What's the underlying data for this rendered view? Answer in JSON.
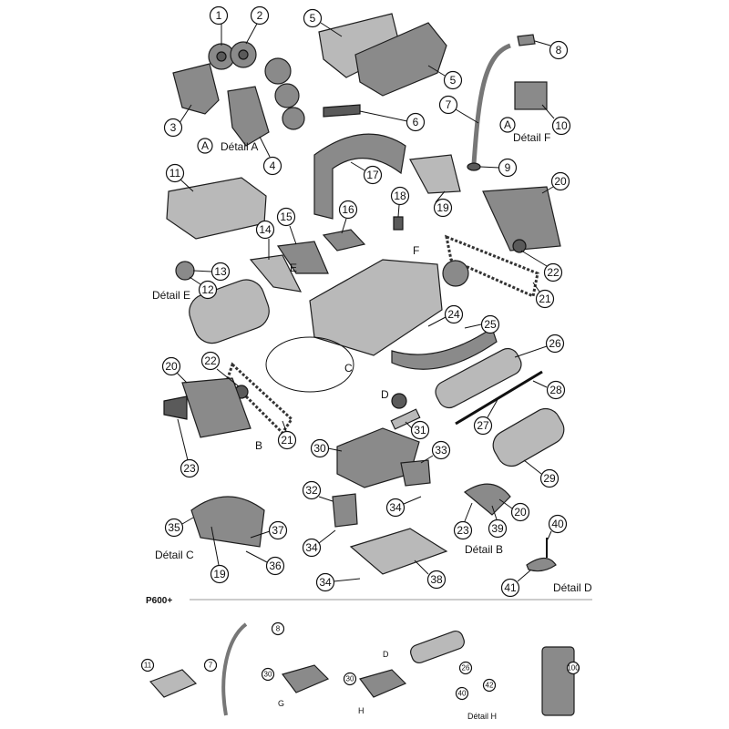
{
  "diagram": {
    "detail_labels": {
      "A": "Détail A",
      "B": "Détail B",
      "C": "Détail C",
      "D": "Détail D",
      "E": "Détail E",
      "F": "Détail F",
      "H": "Détail H"
    },
    "model_label": "P600+",
    "callouts_main": [
      "1",
      "2",
      "3",
      "4",
      "5",
      "5",
      "6",
      "7",
      "8",
      "9",
      "10",
      "11",
      "12",
      "13",
      "14",
      "15",
      "16",
      "17",
      "18",
      "19",
      "19",
      "20",
      "20",
      "20",
      "21",
      "21",
      "22",
      "22",
      "23",
      "23",
      "24",
      "25",
      "26",
      "27",
      "28",
      "29",
      "30",
      "31",
      "32",
      "33",
      "34",
      "34",
      "34",
      "35",
      "36",
      "37",
      "38",
      "39",
      "40",
      "41"
    ],
    "letters": [
      "A",
      "A",
      "B",
      "C",
      "D",
      "D",
      "E",
      "F",
      "G",
      "H"
    ],
    "callouts_p600": [
      "11",
      "7",
      "8",
      "30",
      "30",
      "26",
      "40",
      "42",
      "100"
    ]
  }
}
